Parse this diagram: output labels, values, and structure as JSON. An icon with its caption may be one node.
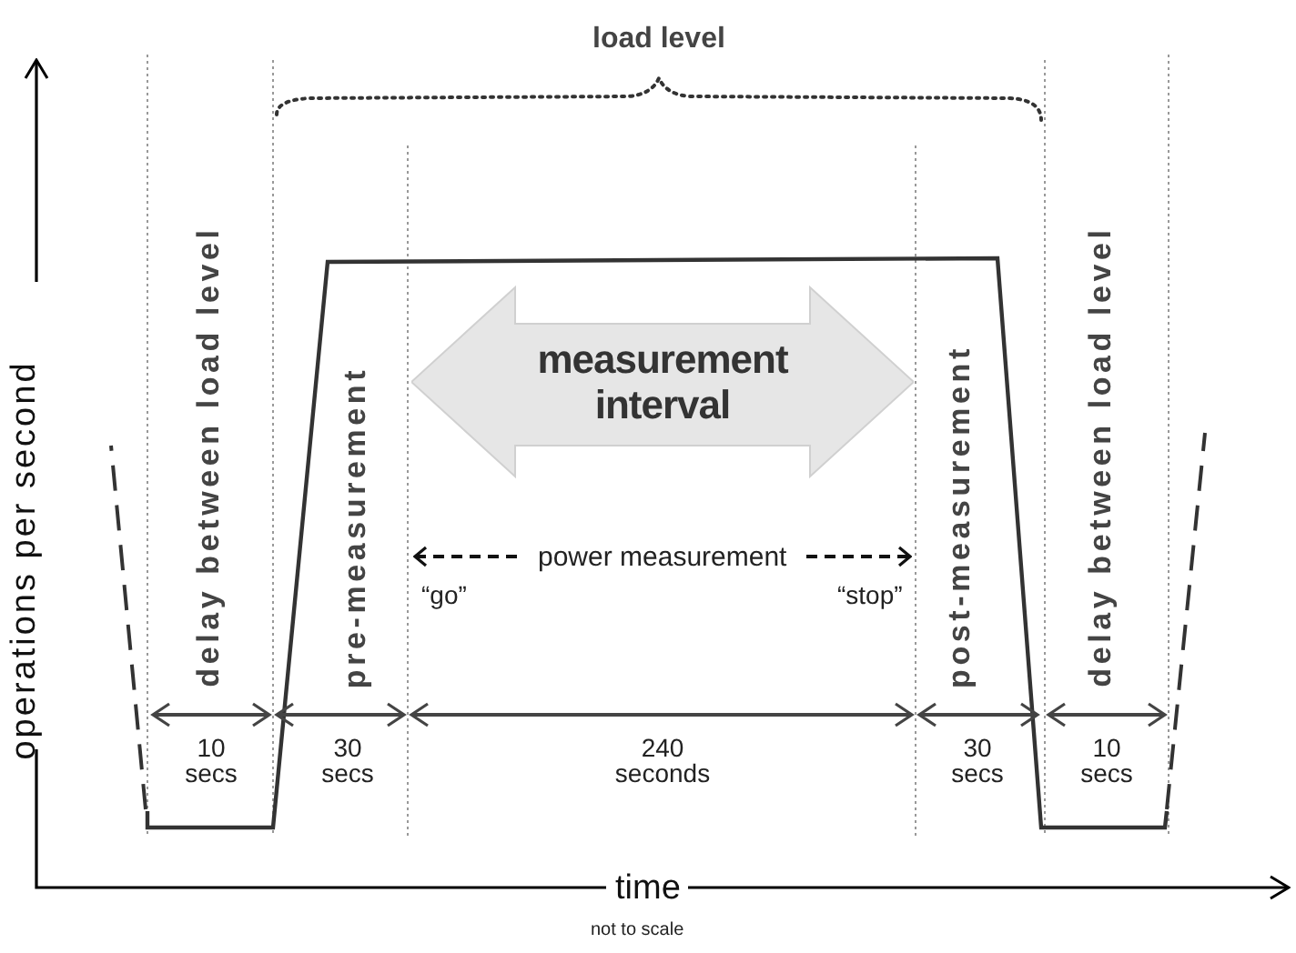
{
  "diagram": {
    "nodes": [
      {
        "text": [
          "measurement interval"
        ]
      }
    ],
    "labels": [
      "load level",
      "operations per second",
      "delay between load level",
      "pre-measurement",
      "post-measurement",
      "delay between load level",
      "power measurement",
      "“go”",
      "“stop”",
      "10 secs",
      "30 secs",
      "240 seconds",
      "30 secs",
      "10 secs",
      "time",
      "not to scale"
    ]
  }
}
